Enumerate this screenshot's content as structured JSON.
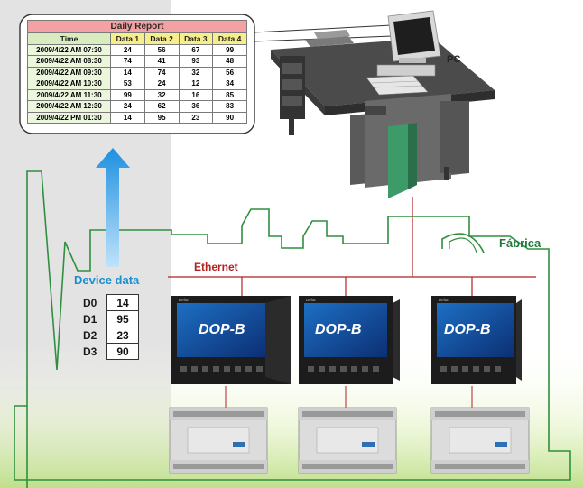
{
  "report": {
    "title": "Daily Report",
    "columns": [
      "Time",
      "Data 1",
      "Data 2",
      "Data 3",
      "Data 4"
    ],
    "rows": [
      [
        "2009/4/22  AM 07:30",
        "24",
        "56",
        "67",
        "99"
      ],
      [
        "2009/4/22  AM 08:30",
        "74",
        "41",
        "93",
        "48"
      ],
      [
        "2009/4/22  AM 09:30",
        "14",
        "74",
        "32",
        "56"
      ],
      [
        "2009/4/22  AM 10:30",
        "53",
        "24",
        "12",
        "34"
      ],
      [
        "2009/4/22  AM 11:30",
        "99",
        "32",
        "16",
        "85"
      ],
      [
        "2009/4/22  AM 12:30",
        "24",
        "62",
        "36",
        "83"
      ],
      [
        "2009/4/22  PM 01:30",
        "14",
        "95",
        "23",
        "90"
      ]
    ]
  },
  "labels": {
    "pc": "PC",
    "ethernet": "Ethernet",
    "factory": "Fábrica",
    "device_data": "Device data",
    "hmi_brand": "DOP-B",
    "hmi_logo": "Delta"
  },
  "device_data": [
    {
      "register": "D0",
      "value": "14"
    },
    {
      "register": "D1",
      "value": "95"
    },
    {
      "register": "D2",
      "value": "23"
    },
    {
      "register": "D3",
      "value": "90"
    }
  ],
  "colors": {
    "ethernet_line": "#b22222",
    "factory_label": "#1f7a3a",
    "device_data_label": "#1a8fd0",
    "arrow": "#1e90e0",
    "title_bar": "#f4a1a4",
    "header_yellow": "#f6ee8a",
    "factory_outline": "#2f8f3f"
  }
}
